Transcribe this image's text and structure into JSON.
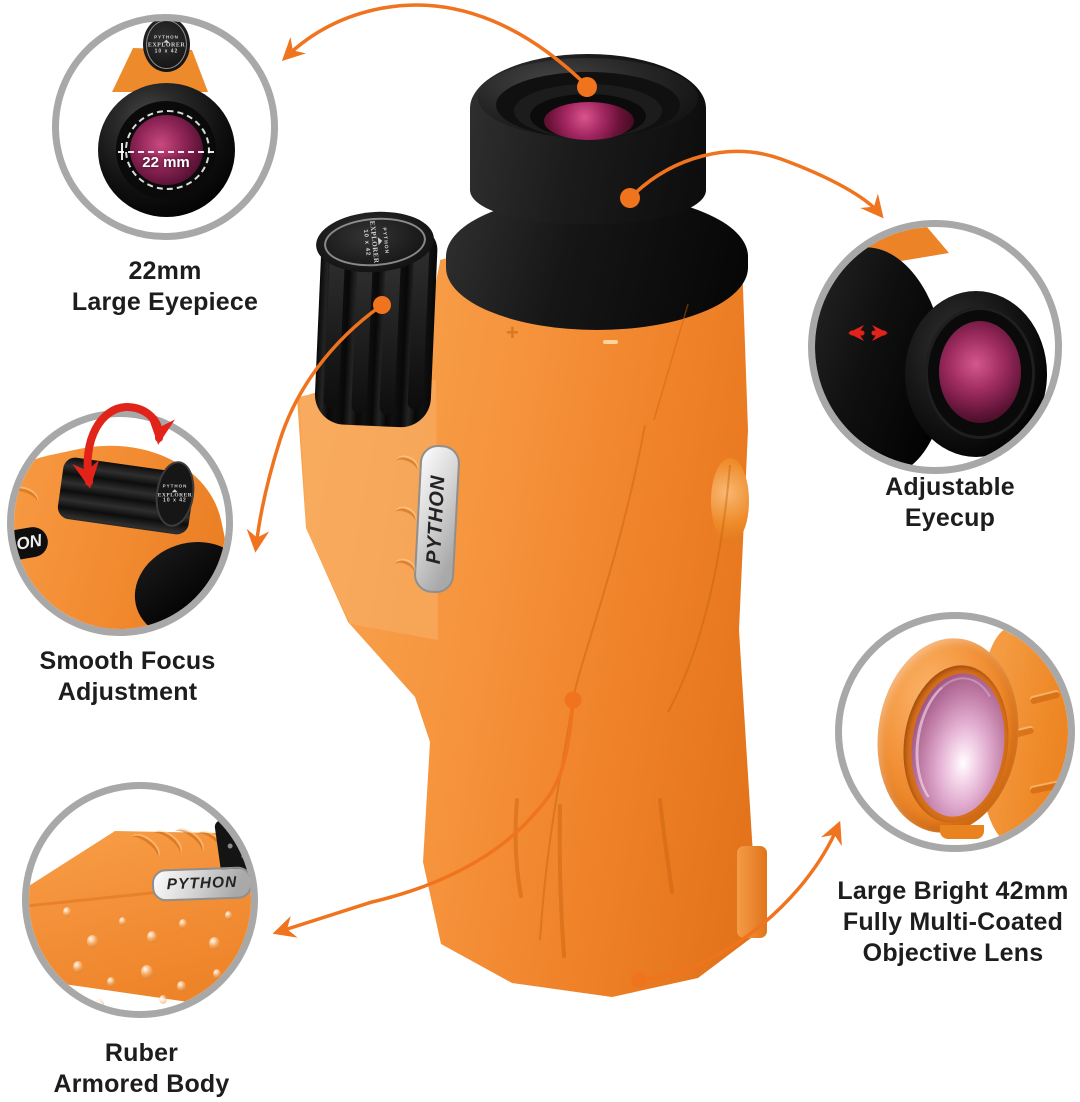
{
  "product": {
    "brand": "PYTHON",
    "model_badge": {
      "brand": "PYTHON",
      "series": "EXPLORER",
      "spec": "10 x 42"
    },
    "body_badge": "PYTHON",
    "body_marking_plus": "+",
    "partial_badge_text": "ON"
  },
  "callouts": {
    "eyepiece": {
      "lines": [
        "22mm",
        "Large Eyepiece"
      ],
      "measurement": "22 mm"
    },
    "eyecup": {
      "lines": [
        "Adjustable",
        "Eyecup"
      ]
    },
    "focus": {
      "lines": [
        "Smooth Focus",
        "Adjustment"
      ]
    },
    "armor": {
      "lines": [
        "Ruber",
        "Armored Body"
      ]
    },
    "objective": {
      "lines": [
        "Large Bright 42mm",
        "Fully Multi-Coated",
        "Objective Lens"
      ]
    }
  },
  "colors": {
    "accent_orange": "#F0731E",
    "body_orange": "#F5923A",
    "circle_border": "#A8A8A8",
    "arrow_red": "#E2231A",
    "label_text": "#1D1D1D",
    "lens_magenta": "#A32762"
  }
}
